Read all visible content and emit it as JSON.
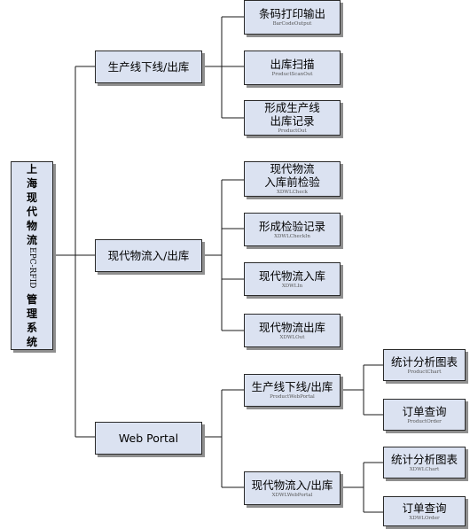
{
  "root": {
    "title_a": "上海现代物流",
    "title_b": "EPC-RFID",
    "title_c": "管理系统"
  },
  "branches": [
    {
      "id": "b1",
      "title": "生产线下线/出库",
      "sub": ""
    },
    {
      "id": "b2",
      "title": "现代物流入/出库",
      "sub": ""
    },
    {
      "id": "b3",
      "title": "Web Portal",
      "sub": ""
    }
  ],
  "nodes": [
    {
      "id": "n1",
      "title": "条码打印输出",
      "sub": "BarCodeOutput"
    },
    {
      "id": "n2",
      "title": "出库扫描",
      "sub": "ProductScanOut"
    },
    {
      "id": "n3",
      "title": "形成生产线\n出库记录",
      "sub": "ProductOut"
    },
    {
      "id": "n4",
      "title": "现代物流\n入库前检验",
      "sub": "XDWLCheck"
    },
    {
      "id": "n5",
      "title": "形成检验记录",
      "sub": "XDWLCheckIn"
    },
    {
      "id": "n6",
      "title": "现代物流入库",
      "sub": "XDWLIn"
    },
    {
      "id": "n7",
      "title": "现代物流出库",
      "sub": "XDWLOut"
    },
    {
      "id": "n8",
      "title": "生产线下线/出库",
      "sub": "ProductWebPortal"
    },
    {
      "id": "n9",
      "title": "现代物流入/出库",
      "sub": "XDWLWebPortal"
    },
    {
      "id": "n10",
      "title": "统计分析图表",
      "sub": "ProductChart"
    },
    {
      "id": "n11",
      "title": "订单查询",
      "sub": "ProductOrder"
    },
    {
      "id": "n12",
      "title": "统计分析图表",
      "sub": "XDWLChart"
    },
    {
      "id": "n13",
      "title": "订单查询",
      "sub": "XDWLOrder"
    }
  ]
}
